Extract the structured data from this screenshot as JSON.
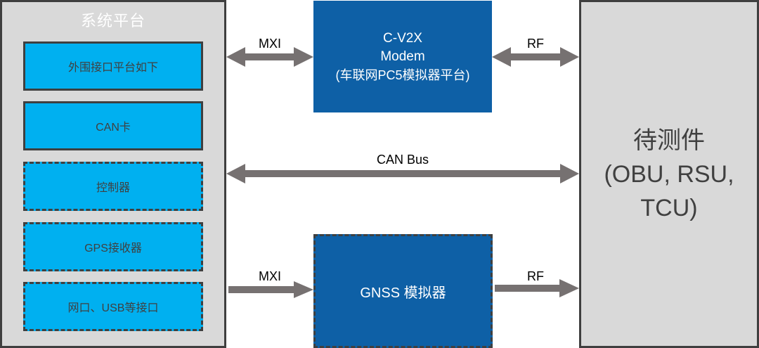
{
  "system_platform": {
    "title": "系统平台",
    "modules": [
      {
        "label": "外围接口平台如下",
        "style": "solid"
      },
      {
        "label": "CAN卡",
        "style": "solid"
      },
      {
        "label": "控制器",
        "style": "dashed"
      },
      {
        "label": "GPS接收器",
        "style": "dashed"
      },
      {
        "label": "网口、USB等接口",
        "style": "dashed"
      }
    ]
  },
  "modem": {
    "line1": "C-V2X",
    "line2": "Modem",
    "line3": "(车联网PC5模拟器平台)"
  },
  "gnss": {
    "label": "GNSS 模拟器"
  },
  "dut": {
    "line1": "待测件",
    "line2": "(OBU, RSU,",
    "line3": "TCU)"
  },
  "connections": {
    "top_mxi": "MXI",
    "top_rf": "RF",
    "can_bus": "CAN Bus",
    "bottom_mxi": "MXI",
    "bottom_rf": "RF"
  },
  "colors": {
    "platform_fill": "#d9d9d9",
    "module_fill": "#00b0f0",
    "simulator_fill": "#0e60a6",
    "arrow": "#767171",
    "border": "#3f3f3f"
  }
}
